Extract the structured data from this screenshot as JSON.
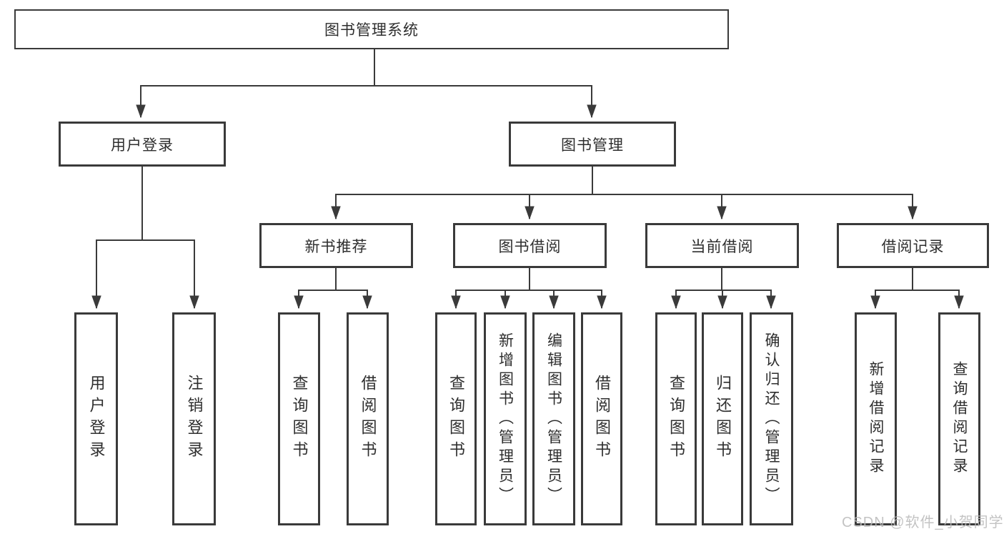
{
  "tree": {
    "root": {
      "label": "图书管理系统"
    },
    "branches": [
      {
        "label": "用户登录",
        "children": [
          {
            "label": "用户登录"
          },
          {
            "label": "注销登录"
          }
        ]
      },
      {
        "label": "图书管理",
        "children": [
          {
            "label": "新书推荐",
            "children": [
              {
                "label": "查询图书"
              },
              {
                "label": "借阅图书"
              }
            ]
          },
          {
            "label": "图书借阅",
            "children": [
              {
                "label": "查询图书"
              },
              {
                "label": "新增图书（管理员）"
              },
              {
                "label": "编辑图书（管理员）"
              },
              {
                "label": "借阅图书"
              }
            ]
          },
          {
            "label": "当前借阅",
            "children": [
              {
                "label": "查询图书"
              },
              {
                "label": "归还图书"
              },
              {
                "label": "确认归还（管理员）"
              }
            ]
          },
          {
            "label": "借阅记录",
            "children": [
              {
                "label": "新增借阅记录"
              },
              {
                "label": "查询借阅记录"
              }
            ]
          }
        ]
      }
    ]
  },
  "watermark": "CSDN @软件_小贺同学",
  "colors": {
    "line": "#3a3a3a",
    "box_border": "#3a3a3a",
    "box_fill": "#ffffff",
    "text": "#2e2e2e",
    "watermark": "#b9b9b9"
  }
}
